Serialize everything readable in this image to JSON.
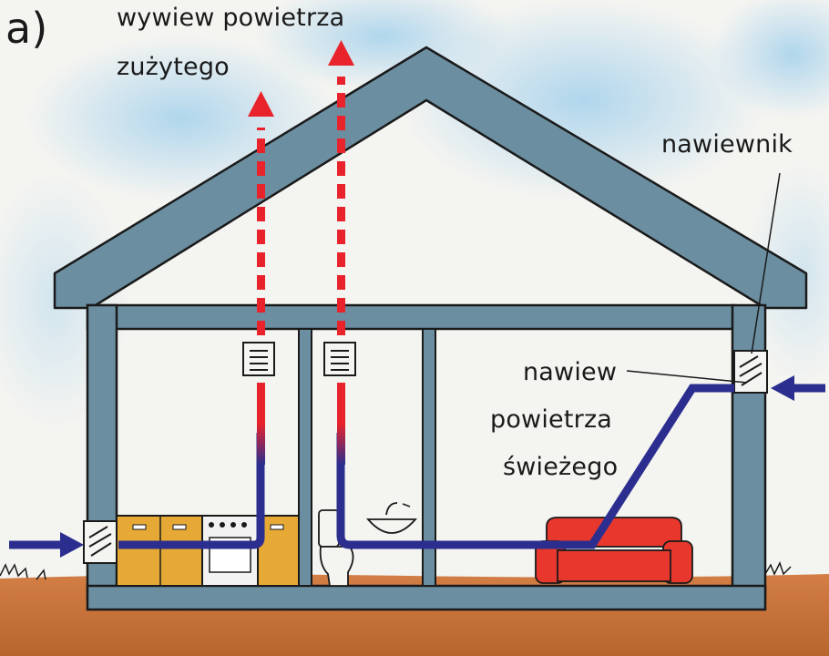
{
  "panel_label": "a)",
  "labels": {
    "exhaust_line1": "wywiew powietrza",
    "exhaust_line2": "zużytego",
    "inlet_device": "nawiewnik",
    "supply_line1": "nawiew",
    "supply_line2": "powietrza",
    "supply_line3": "świeżego"
  },
  "colors": {
    "wall": "#6b8fa1",
    "outline": "#1a1a1a",
    "fresh_air": "#2b2e8e",
    "exhaust_air": "#e8232b",
    "ground": "#c9743a",
    "sofa": "#e8382d",
    "kitchen": "#e6a935",
    "sky": "#bcdcef"
  },
  "icons": [
    "inlet-vent-icon",
    "exhaust-grille-icon",
    "toilet-icon",
    "sink-icon",
    "sofa-icon",
    "kitchen-cabinet-icon",
    "oven-icon"
  ]
}
